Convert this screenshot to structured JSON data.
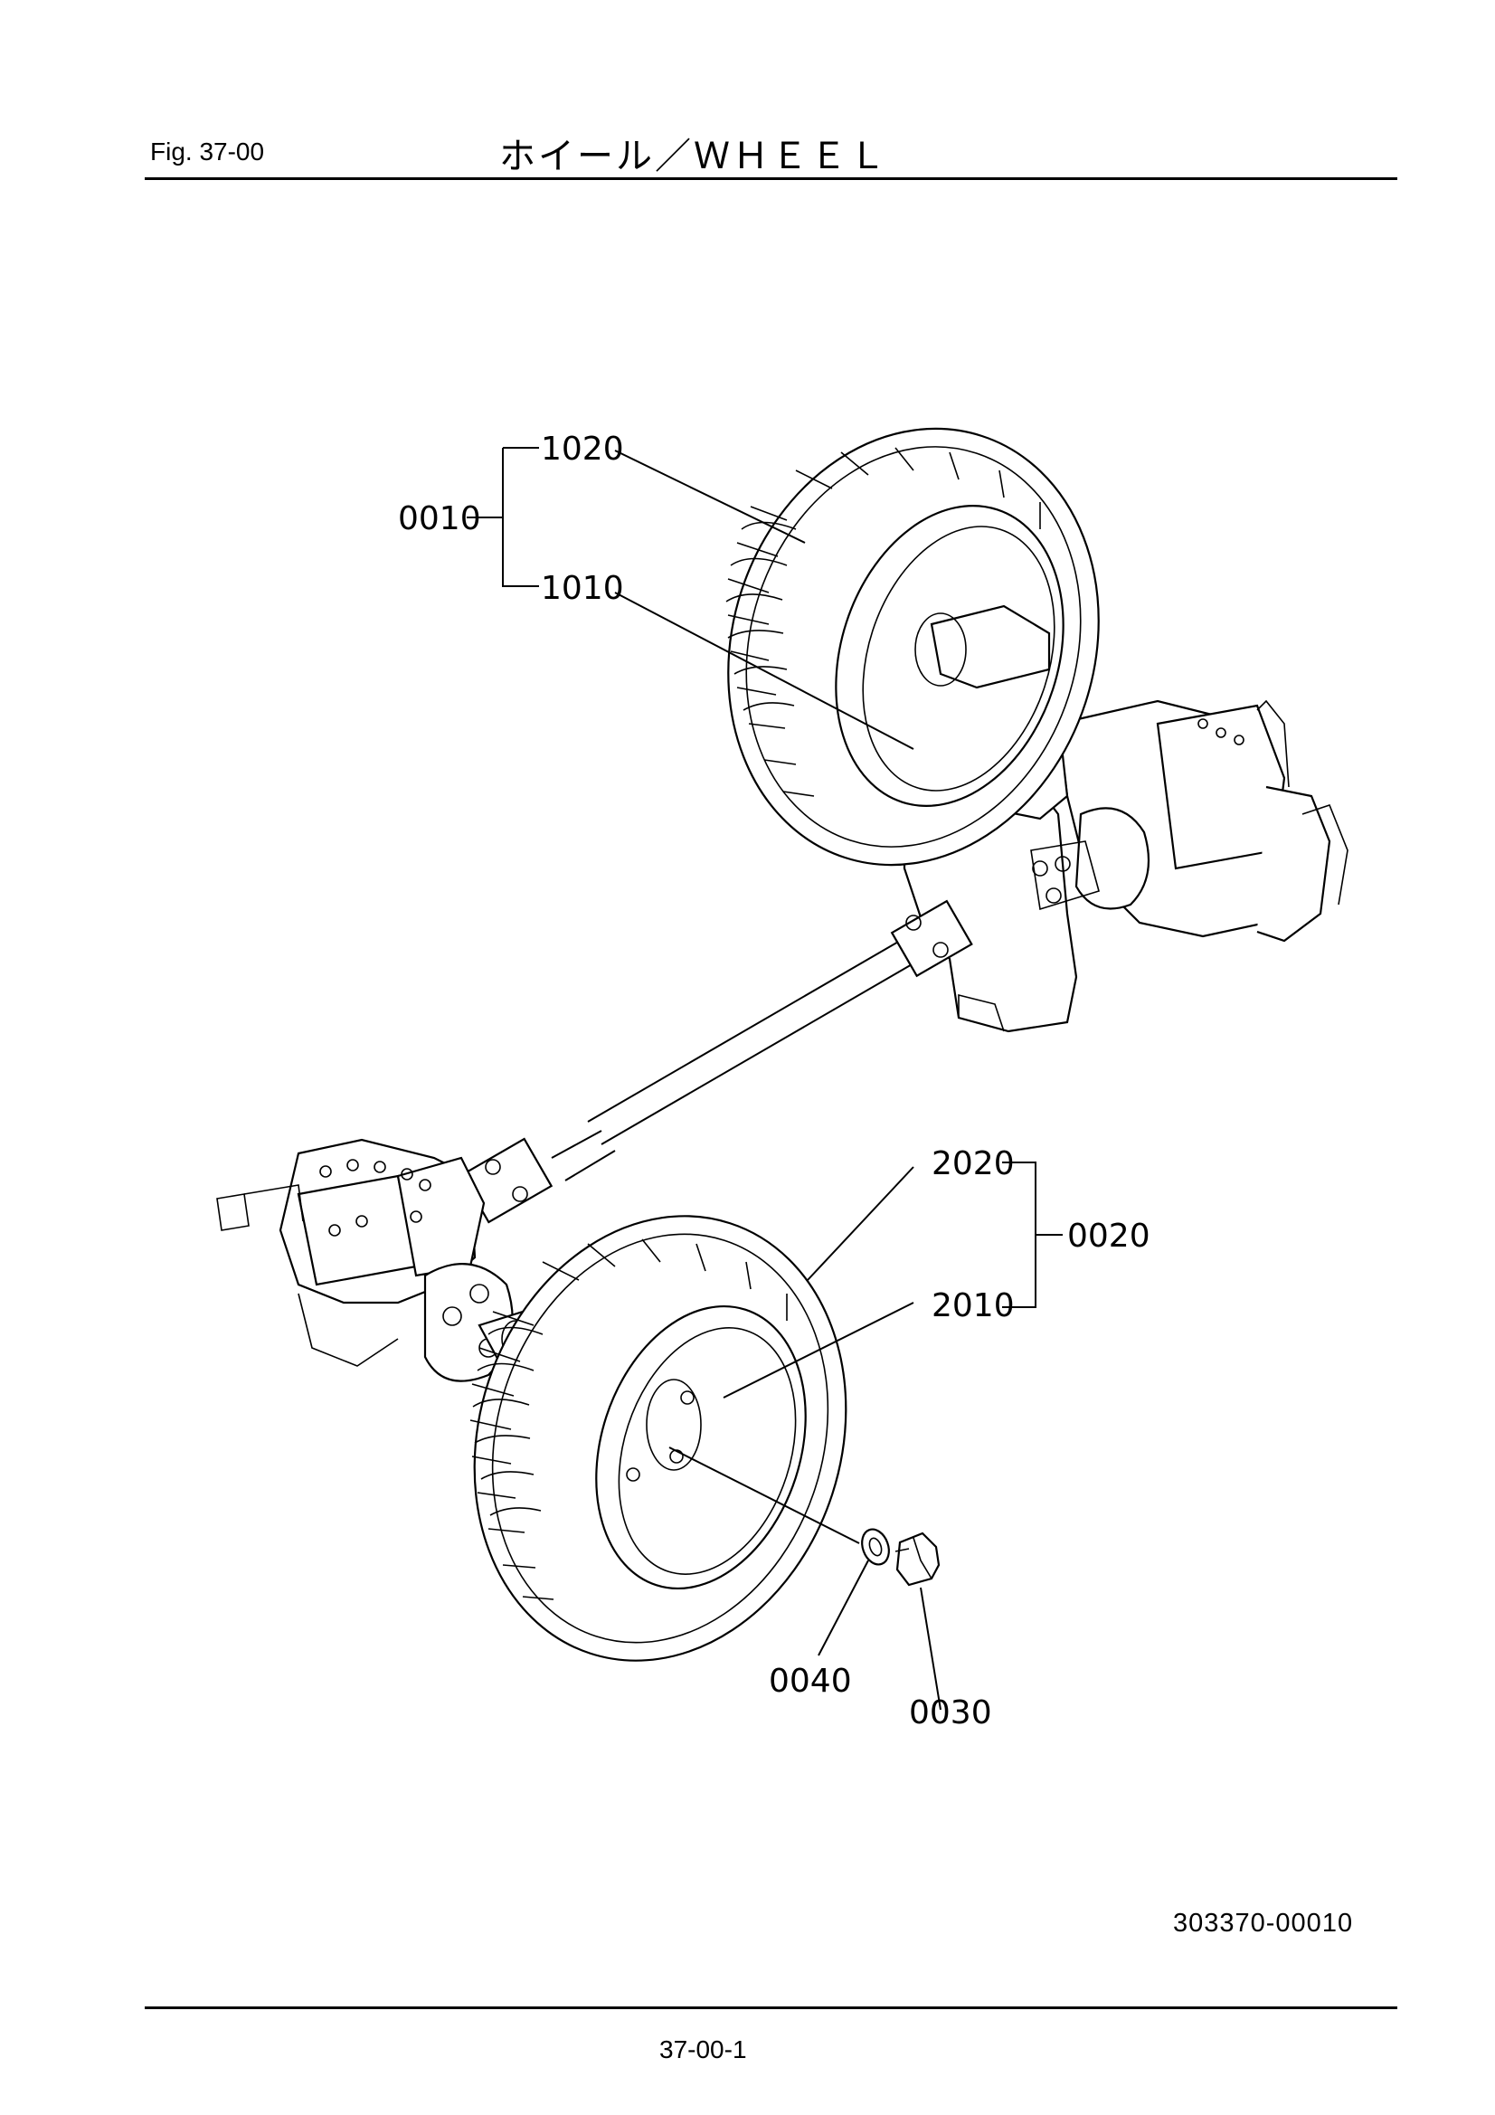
{
  "header": {
    "figure_number": "Fig.  37-00",
    "title": "ホイール／ＷＨＥＥＬ"
  },
  "callouts": {
    "assy_front": "0010",
    "tire_front": "1020",
    "rim_front": "1010",
    "assy_rear": "0020",
    "tire_rear": "2020",
    "rim_rear": "2010",
    "washer": "0040",
    "bolt": "0030"
  },
  "footer": {
    "drawing_number": "303370-00010",
    "page_number": "37-00-1"
  }
}
